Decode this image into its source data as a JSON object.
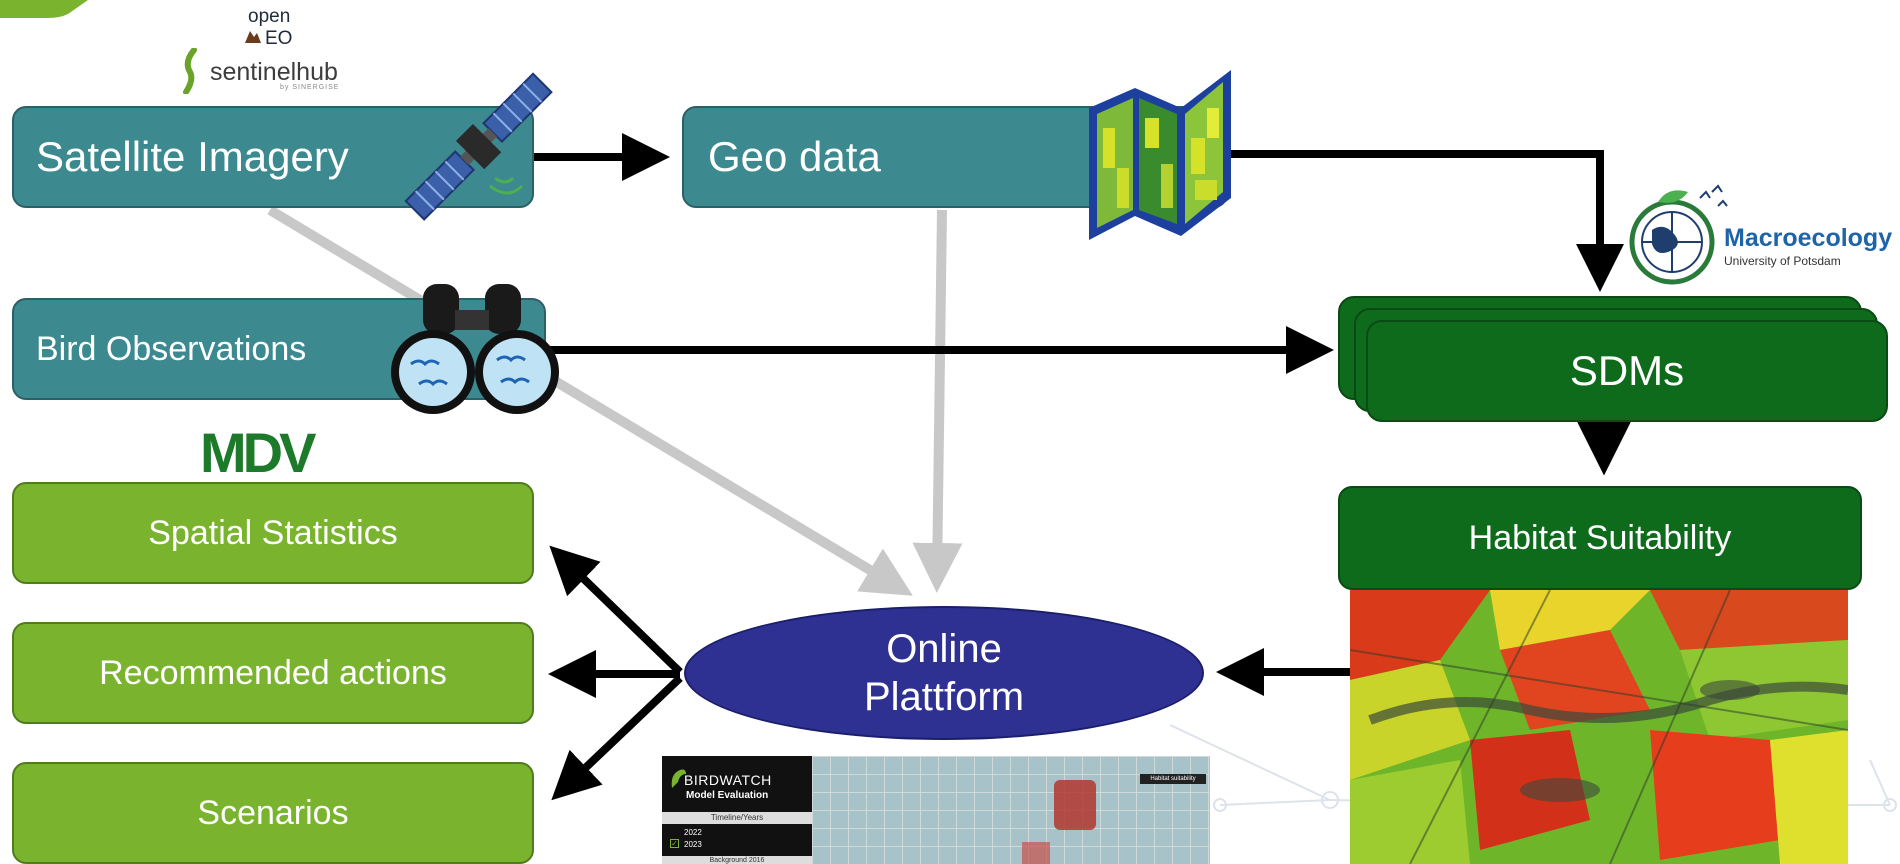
{
  "logos": {
    "openeo_line1": "open",
    "openeo_line2": "EO",
    "sentinelhub": "sentinelhub",
    "sentinelhub_sub": "by SINERGISE",
    "mdv": "MDV",
    "macroecology_title": "Macroecology",
    "macroecology_sub": "University of Potsdam"
  },
  "nodes": {
    "satellite": "Satellite Imagery",
    "geo": "Geo data",
    "birds": "Bird Observations",
    "sdms": "SDMs",
    "habitat": "Habitat Suitability",
    "spatial": "Spatial Statistics",
    "recommended": "Recommended actions",
    "scenarios": "Scenarios",
    "platform_line1": "Online",
    "platform_line2": "Plattform"
  },
  "birdwatch": {
    "brand": "BIRDWATCH",
    "subtitle": "Model Evaluation",
    "section": "Timeline/Years",
    "year1": "2022",
    "year2": "2023",
    "footer": "Background 2016",
    "map_badge": "Habitat suitability"
  },
  "colors": {
    "teal": "#3c8a8f",
    "light_green": "#7ab32e",
    "dark_green": "#0e6b1c",
    "platform": "#2e3192",
    "arrow": "#000000",
    "grey_arrow": "#c8c8c8"
  }
}
